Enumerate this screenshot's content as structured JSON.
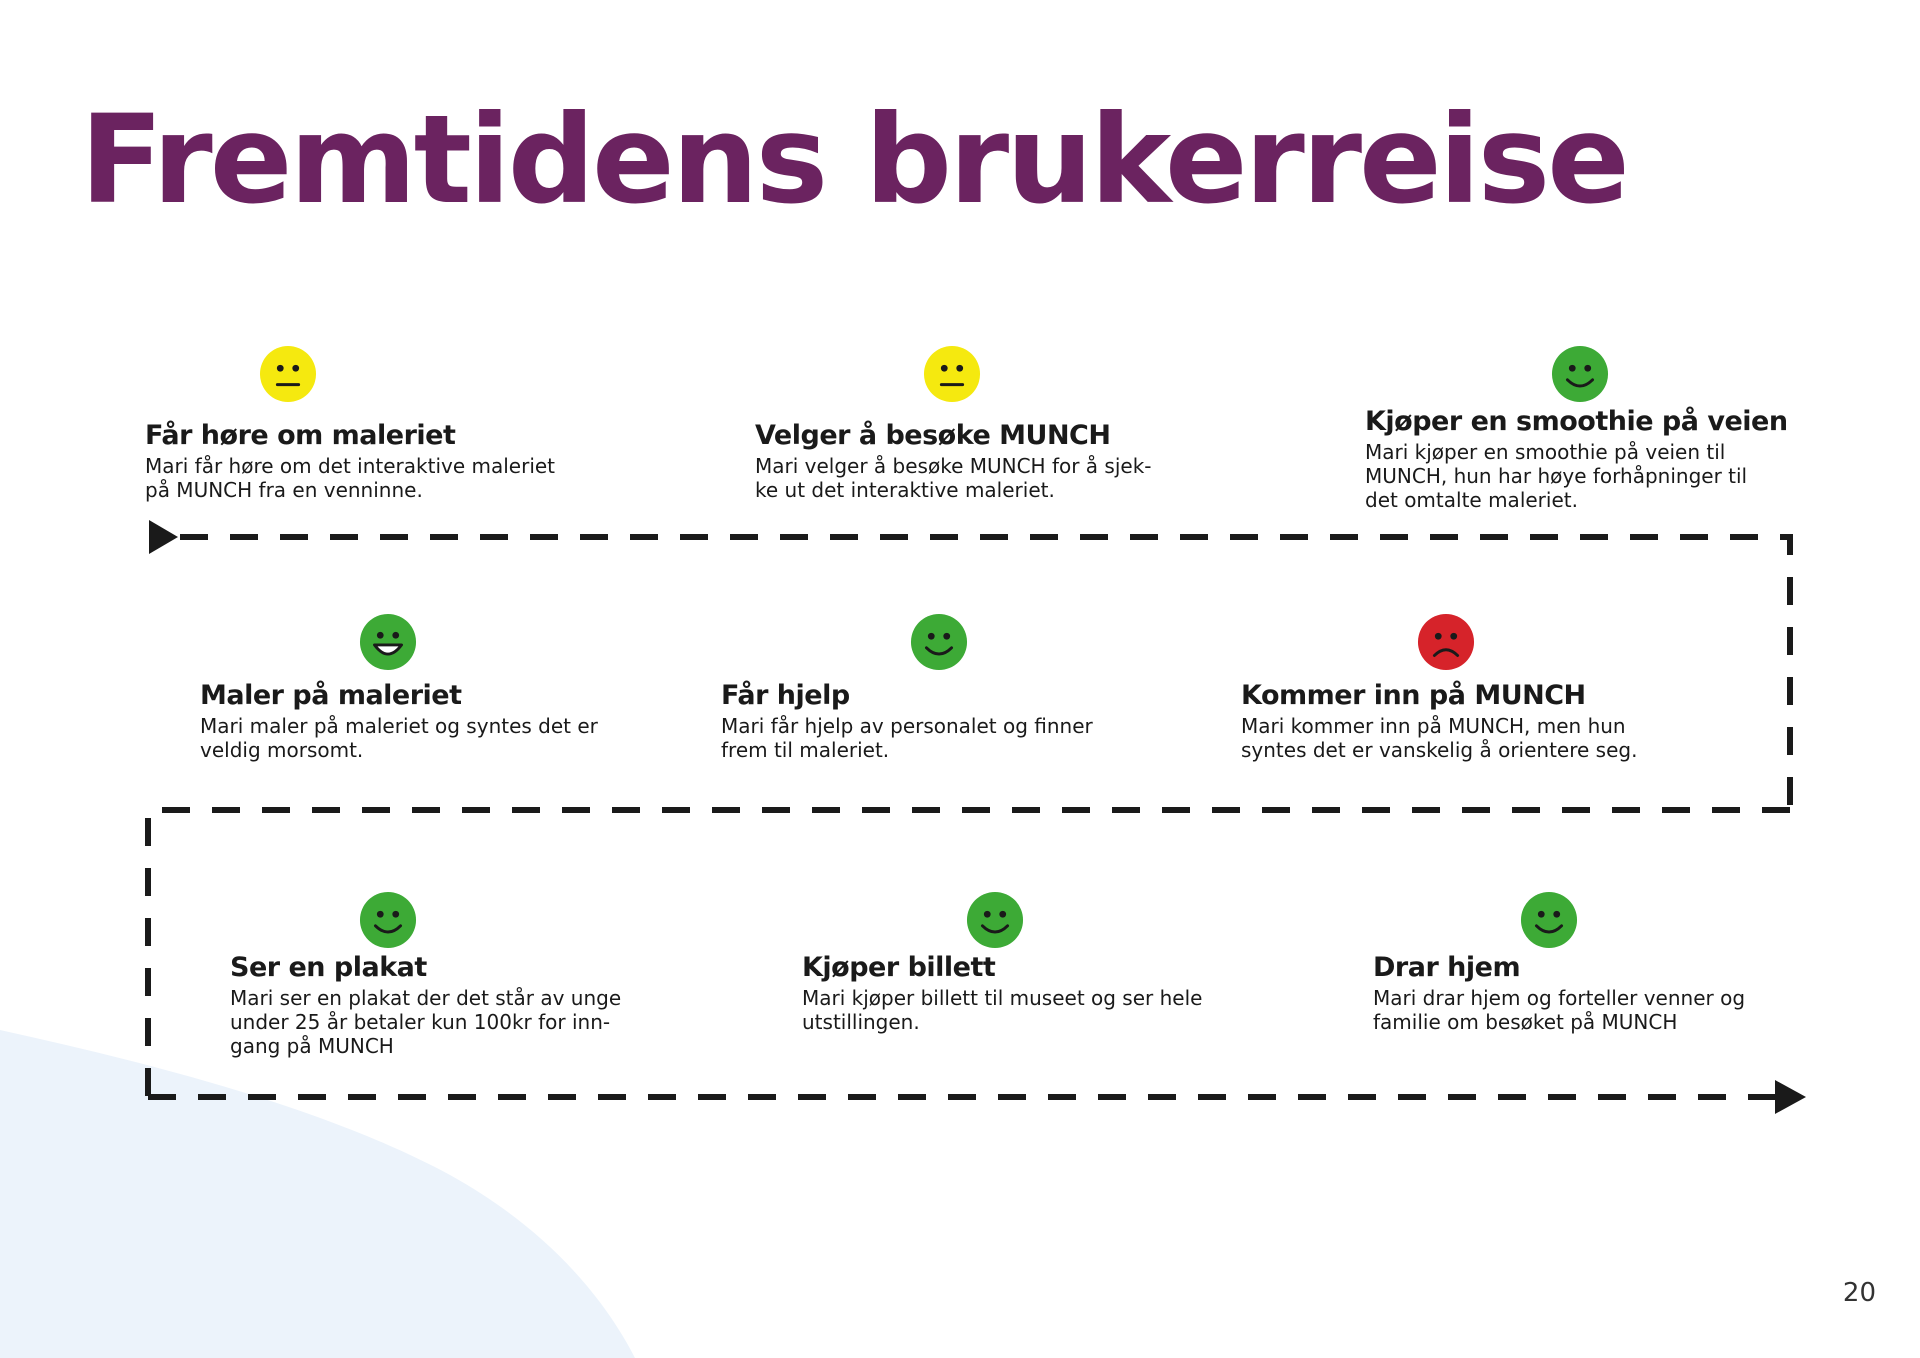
{
  "page": {
    "title": "Fremtidens brukerreise",
    "page_number": "20",
    "title_color": "#6b2360",
    "wave_color": "#ecf3fb"
  },
  "mood_colors": {
    "neutral": "#f5e90f",
    "happy": "#3daa36",
    "sad": "#d6232a"
  },
  "steps": [
    {
      "title": "Får høre om maleriet",
      "text": "Mari får høre om det interaktive maleriet\npå MUNCH fra en venninne.",
      "mood": "neutral",
      "icon": "neutral-face-icon"
    },
    {
      "title": "Velger å besøke MUNCH",
      "text": "Mari velger å besøke MUNCH for å sjek-\nke ut det interaktive maleriet.",
      "mood": "neutral",
      "icon": "neutral-face-icon"
    },
    {
      "title": "Kjøper en smoothie på veien",
      "text": "Mari kjøper en smoothie på veien til\nMUNCH, hun har høye forhåpninger til\ndet omtalte maleriet.",
      "mood": "happy",
      "icon": "smiling-face-icon"
    },
    {
      "title": "Kommer inn på MUNCH",
      "text": "Mari kommer inn på MUNCH, men hun\nsyntes det er vanskelig å orientere seg.",
      "mood": "sad",
      "icon": "frowning-face-icon"
    },
    {
      "title": "Får hjelp",
      "text": "Mari får hjelp av personalet og finner\nfrem til maleriet.",
      "mood": "happy",
      "icon": "smiling-face-icon"
    },
    {
      "title": "Maler på maleriet",
      "text": "Mari maler på maleriet og syntes det er\nveldig morsomt.",
      "mood": "happy",
      "icon": "grinning-face-icon"
    },
    {
      "title": "Ser en plakat",
      "text": "Mari ser en plakat der det står av unge\nunder 25 år betaler kun 100kr for inn-\ngang på MUNCH",
      "mood": "happy",
      "icon": "smiling-face-icon"
    },
    {
      "title": "Kjøper billett",
      "text": "Mari kjøper billett til museet og ser hele\nutstillingen.",
      "mood": "happy",
      "icon": "smiling-face-icon"
    },
    {
      "title": "Drar hjem",
      "text": "Mari drar hjem og forteller venner og\nfamilie om besøket på MUNCH",
      "mood": "happy",
      "icon": "smiling-face-icon"
    }
  ]
}
